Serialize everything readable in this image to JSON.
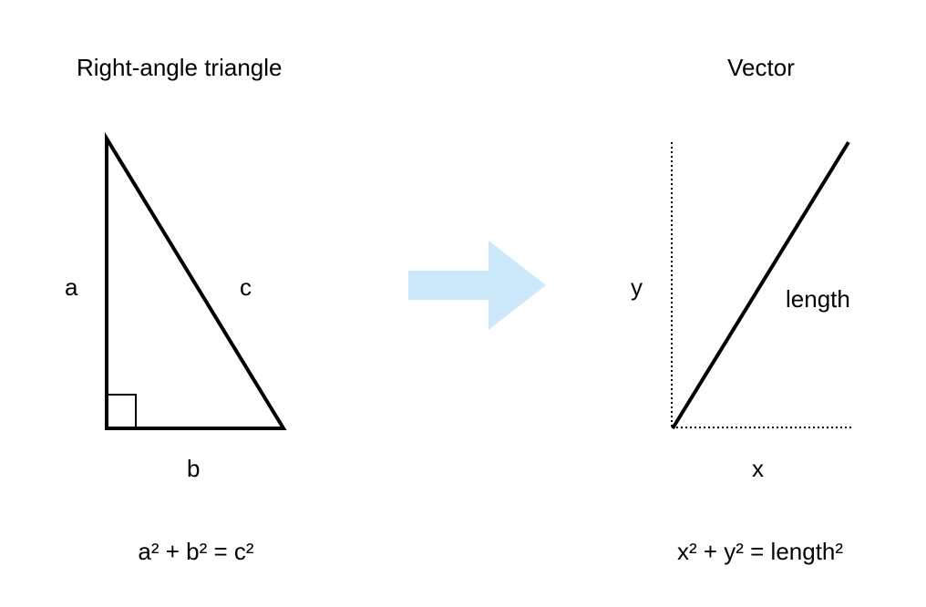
{
  "left": {
    "title": "Right-angle triangle",
    "side_a": "a",
    "side_b": "b",
    "side_c": "c",
    "formula": "a² + b² = c²"
  },
  "right": {
    "title": "Vector",
    "side_x": "x",
    "side_y": "y",
    "side_length": "length",
    "formula": "x² + y² = length²"
  },
  "colors": {
    "arrow": "#cce8fb",
    "stroke": "#000000"
  },
  "icons": {
    "arrow": "arrow-right-icon"
  }
}
